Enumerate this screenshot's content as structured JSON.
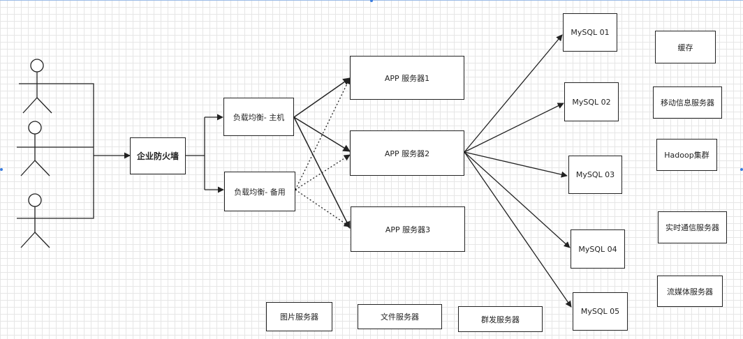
{
  "diagram": {
    "firewall": "企业防火墙",
    "load_balancers": [
      "负载均衡- 主机",
      "负载均衡- 备用"
    ],
    "app_servers": [
      "APP 服务器1",
      "APP 服务器2",
      "APP 服务器3"
    ],
    "databases": [
      "MySQL 01",
      "MySQL 02",
      "MySQL 03",
      "MySQL 04",
      "MySQL 05"
    ],
    "services": [
      "缓存",
      "移动信息服务器",
      "Hadoop集群",
      "实时通信服务器",
      "流媒体服务器"
    ],
    "bottom_servers": [
      "图片服务器",
      "文件服务器",
      "群发服务器"
    ]
  }
}
